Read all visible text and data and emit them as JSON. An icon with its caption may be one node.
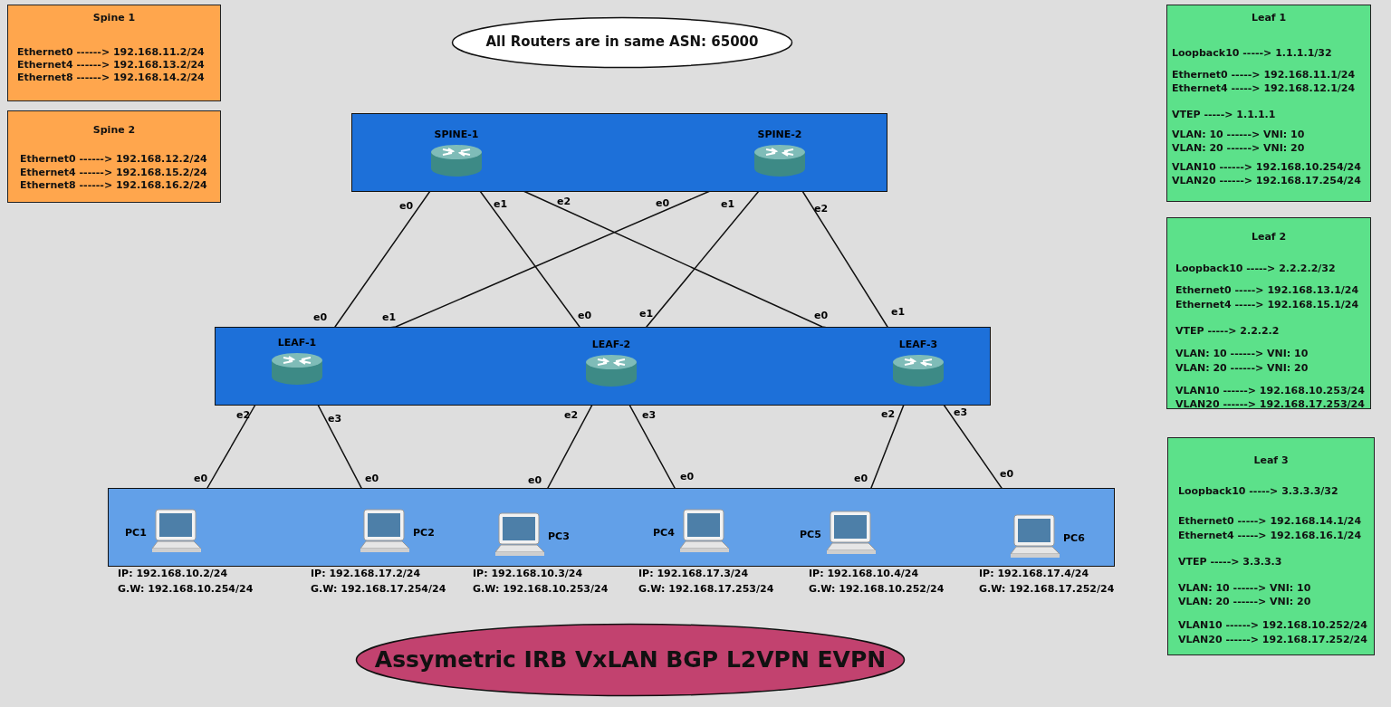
{
  "diagram": {
    "nodes": [
      {
        "text": [
          "Spine 1",
          "Ethernet0 ------> 192.168.11.2/24",
          "Ethernet4 ------> 192.168.13.2/24",
          "Ethernet8 ------> 192.168.14.2/24"
        ]
      },
      {
        "text": [
          "Spine 2",
          "Ethernet0 ------> 192.168.12.2/24",
          "Ethernet4 ------> 192.168.15.2/24",
          "Ethernet8 ------> 192.168.16.2/24"
        ]
      },
      {
        "text": [
          "All Routers are in same ASN: 65000"
        ]
      },
      {
        "text": [
          "Leaf 1",
          "Loopback10 -----> 1.1.1.1/32",
          "Ethernet0 -----> 192.168.11.1/24",
          "Ethernet4 -----> 192.168.12.1/24",
          "VTEP -----> 1.1.1.1",
          "VLAN: 10 ------> VNI: 10",
          "VLAN: 20 ------> VNI: 20",
          "VLAN10 ------> 192.168.10.254/24",
          "VLAN20 ------> 192.168.17.254/24"
        ]
      },
      {
        "text": [
          "Leaf 2",
          "Loopback10 -----> 2.2.2.2/32",
          "Ethernet0 -----> 192.168.13.1/24",
          "Ethernet4 -----> 192.168.15.1/24",
          "VTEP -----> 2.2.2.2",
          "VLAN: 10 ------> VNI: 10",
          "VLAN: 20 ------> VNI: 20",
          "VLAN10 ------> 192.168.10.253/24",
          "VLAN20 ------> 192.168.17.253/24"
        ]
      },
      {
        "text": [
          "Leaf 3",
          "Loopback10 -----> 3.3.3.3/32",
          "Ethernet0 -----> 192.168.14.1/24",
          "Ethernet4 -----> 192.168.16.1/24",
          "VTEP -----> 3.3.3.3",
          "VLAN: 10 ------> VNI: 10",
          "VLAN: 20 ------> VNI: 20",
          "VLAN10 ------> 192.168.10.252/24",
          "VLAN20 ------> 192.168.17.252/24"
        ]
      },
      {
        "text": [],
        "shape": "box"
      },
      {
        "text": [
          "SPINE-1"
        ],
        "in": 6
      },
      {
        "text": [
          "SPINE-2"
        ],
        "in": 6
      },
      {
        "text": [],
        "shape": "box"
      },
      {
        "text": [
          "LEAF-1"
        ],
        "in": 9
      },
      {
        "text": [
          "LEAF-2"
        ],
        "in": 9
      },
      {
        "text": [
          "LEAF-3"
        ],
        "in": 9
      },
      {
        "text": [],
        "shape": "box"
      },
      {
        "text": [
          "PC1"
        ],
        "in": 13,
        "beside": [
          "IP: 192.168.10.2/24",
          "G.W: 192.168.10.254/24"
        ]
      },
      {
        "text": [
          "PC2"
        ],
        "in": 13,
        "beside": [
          "IP: 192.168.17.2/24",
          "G.W: 192.168.17.254/24"
        ]
      },
      {
        "text": [
          "PC3"
        ],
        "in": 13,
        "beside": [
          "IP: 192.168.10.3/24",
          "G.W: 192.168.10.253/24"
        ]
      },
      {
        "text": [
          "PC4"
        ],
        "in": 13,
        "beside": [
          "IP: 192.168.17.3/24",
          "G.W: 192.168.17.253/24"
        ]
      },
      {
        "text": [
          "PC5"
        ],
        "in": 13,
        "beside": [
          "IP: 192.168.10.4/24",
          "G.W: 192.168.10.252/24"
        ]
      },
      {
        "text": [
          "PC6"
        ],
        "in": 13,
        "beside": [
          "IP: 192.168.17.4/24",
          "G.W: 192.168.17.252/24"
        ]
      },
      {
        "text": [
          "Assymetric IRB VxLAN BGP L2VPN EVPN"
        ]
      }
    ],
    "edges": [
      {
        "from": 7,
        "to": 10,
        "arrow": "none"
      },
      {
        "from": 7,
        "to": 11,
        "arrow": "none"
      },
      {
        "from": 7,
        "to": 12,
        "arrow": "none"
      },
      {
        "from": 8,
        "to": 10,
        "arrow": "none"
      },
      {
        "from": 8,
        "to": 11,
        "arrow": "none"
      },
      {
        "from": 8,
        "to": 12,
        "arrow": "none"
      },
      {
        "from": 10,
        "to": 14,
        "arrow": "none"
      },
      {
        "from": 10,
        "to": 15,
        "arrow": "none"
      },
      {
        "from": 11,
        "to": 16,
        "arrow": "none"
      },
      {
        "from": 11,
        "to": 17,
        "arrow": "none"
      },
      {
        "from": 12,
        "to": 18,
        "arrow": "none"
      },
      {
        "from": 12,
        "to": 19,
        "arrow": "none"
      }
    ],
    "labels": [
      "e0",
      "e1",
      "e2",
      "e0",
      "e1",
      "e2",
      "e0",
      "e1",
      "e0",
      "e1",
      "e0",
      "e1",
      "e2",
      "e3",
      "e2",
      "e3",
      "e2",
      "e3",
      "e0",
      "e0",
      "e0",
      "e0",
      "e0",
      "e0"
    ]
  }
}
